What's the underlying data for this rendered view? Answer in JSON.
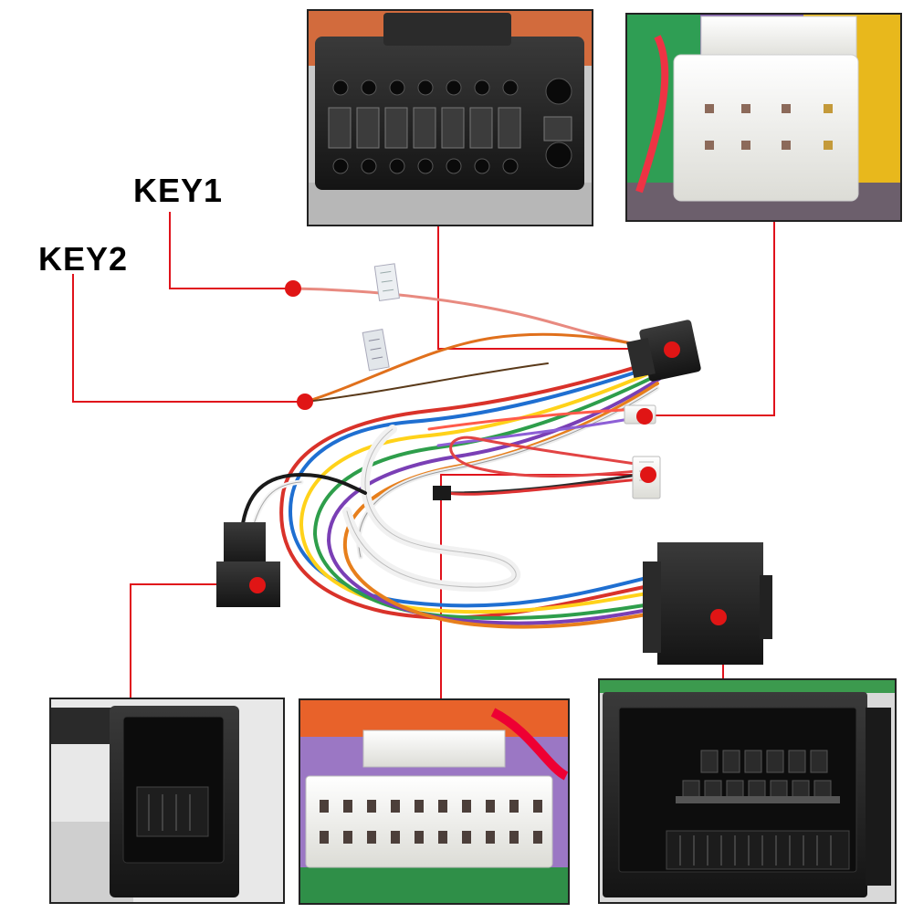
{
  "labels": {
    "key1": "KEY1",
    "key2": "KEY2"
  },
  "colors": {
    "leader_line": "#e0121b",
    "dot": "#e01515",
    "panel_border": "#222222",
    "connector_black": "#1c1c1c",
    "connector_white": "#f4f4f0"
  },
  "insets": [
    {
      "name": "black-16pin-plug-closeup"
    },
    {
      "name": "white-8pin-plug-closeup"
    },
    {
      "name": "black-small-plug-closeup"
    },
    {
      "name": "white-multipin-plug-closeup"
    },
    {
      "name": "black-large-plug-closeup"
    }
  ]
}
